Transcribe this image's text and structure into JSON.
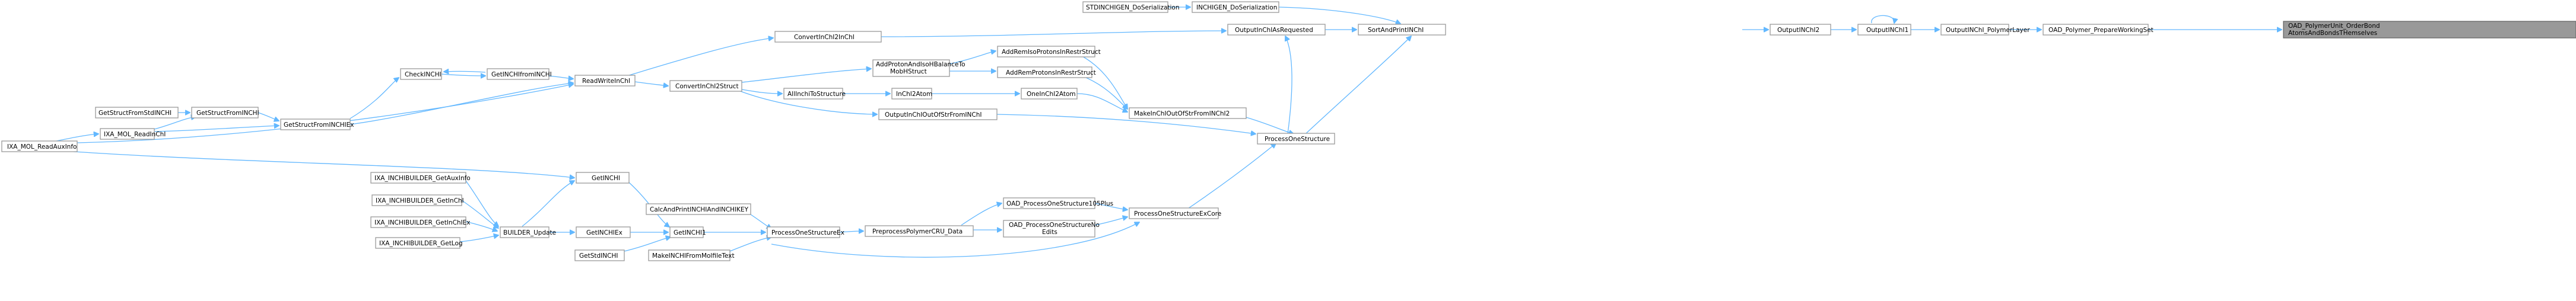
{
  "nodes": {
    "root": {
      "line1": "OAD_PolymerUnit_OrderBond",
      "line2": "AtomsAndBondsTHemselves"
    },
    "prepare": {
      "label": "OAD_Polymer_PrepareWorkingSet"
    },
    "outputPolymerLayer": {
      "label": "OutputINChI_PolymerLayer"
    },
    "outputINChI1": {
      "label": "OutputINChI1"
    },
    "outputINChI2": {
      "label": "OutputINChI2"
    },
    "sortAndPrint": {
      "label": "SortAndPrintINChI"
    },
    "inchigenDoSer": {
      "label": "INCHIGEN_DoSerialization"
    },
    "stdinchigenDoSer": {
      "label": "STDINCHIGEN_DoSerialization"
    },
    "outputInChIAsRequested": {
      "label": "OutputInChIAsRequested"
    },
    "convertInChI2InChI": {
      "label": "ConvertInChI2InChI"
    },
    "processOneStructure": {
      "label": "ProcessOneStructure"
    },
    "makeInChIOut": {
      "label": "MakeInChIOutOfStrFromINChI2"
    },
    "addRemIsoProtons": {
      "label": "AddRemIsoProtonsInRestrStruct"
    },
    "addRemProtons": {
      "label": "AddRemProtonsInRestrStruct"
    },
    "oneInChI2Atom": {
      "label": "OneInChI2Atom"
    },
    "inChI2Atom": {
      "label": "InChI2Atom"
    },
    "allInchiToStructure": {
      "label": "AllInchiToStructure"
    },
    "addProtonAndIsoH": {
      "line1": "AddProtonAndIsoHBalanceTo",
      "line2": "MobHStruct"
    },
    "convertInChI2Struct": {
      "label": "ConvertInChI2Struct"
    },
    "readWriteInChI": {
      "label": "ReadWriteInChI"
    },
    "getINCHIfromINCHI": {
      "label": "GetINCHIfromINCHI"
    },
    "checkINCHI": {
      "label": "CheckINCHI"
    },
    "getStructFromINCHIEx": {
      "label": "GetStructFromINCHIEx"
    },
    "getStructFromINCHI": {
      "label": "GetStructFromINCHI"
    },
    "getStructFromStdINCHI": {
      "label": "GetStructFromStdINCHI"
    },
    "ixaMolReadInChI": {
      "label": "IXA_MOL_ReadInChI"
    },
    "ixaMolReadAuxInfo": {
      "label": "IXA_MOL_ReadAuxInfo"
    },
    "outputInChIOutOfStr": {
      "label": "OutputInChIOutOfStrFromINChI"
    },
    "processOneStructureExCore": {
      "label": "ProcessOneStructureExCore"
    },
    "oadProcess105": {
      "label": "OAD_ProcessOneStructure105Plus"
    },
    "oadProcessNoEdits": {
      "line1": "OAD_ProcessOneStructureNo",
      "line2": "Edits"
    },
    "preprocessPolymer": {
      "label": "PreprocessPolymerCRU_Data"
    },
    "processOneStructureEx": {
      "label": "ProcessOneStructureEx"
    },
    "calcAndPrint": {
      "label": "CalcAndPrintINCHIAndINCHIKEY"
    },
    "getINCHI1": {
      "label": "GetINCHI1"
    },
    "makeINCHIFromMolfile": {
      "label": "MakeINCHIFromMolfileText"
    },
    "getINCHI": {
      "label": "GetINCHI"
    },
    "getINCHIEx": {
      "label": "GetINCHIEx"
    },
    "getStdINCHI": {
      "label": "GetStdINCHI"
    },
    "builderUpdate": {
      "label": "BUILDER_Update"
    },
    "ixaGetAuxInfo": {
      "label": "IXA_INCHIBUILDER_GetAuxInfo"
    },
    "ixaGetInChI": {
      "label": "IXA_INCHIBUILDER_GetInChI"
    },
    "ixaGetInChIEx": {
      "label": "IXA_INCHIBUILDER_GetInChIEx"
    },
    "ixaGetLog": {
      "label": "IXA_INCHIBUILDER_GetLog"
    }
  },
  "colors": {
    "edge": "#63b8ff",
    "node_border": "#999999",
    "root_fill": "#999999"
  }
}
